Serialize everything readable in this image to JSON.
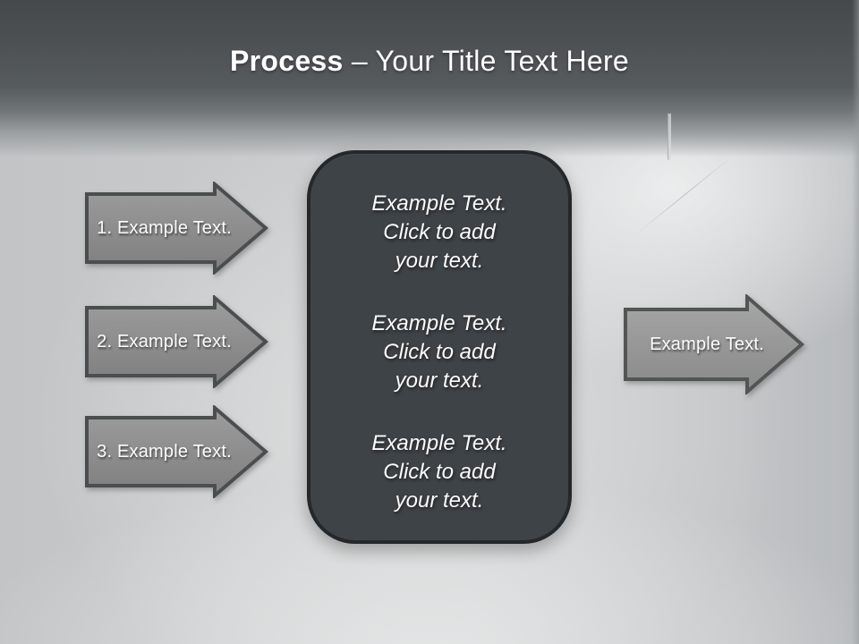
{
  "title": {
    "emphasis": "Process",
    "rest": " – Your Title Text Here"
  },
  "left_arrows": [
    {
      "label": "1. Example Text."
    },
    {
      "label": "2. Example Text."
    },
    {
      "label": "3. Example Text."
    }
  ],
  "center_panel": {
    "blocks": [
      "Example Text.\nClick  to add\nyour text.",
      "Example Text.\nClick  to add\nyour text.",
      "Example Text.\nClick  to add\nyour text."
    ]
  },
  "right_arrow": {
    "label": "Example Text."
  },
  "colors": {
    "header_dark": "#4a4f52",
    "background_light": "#c7c9ca",
    "panel_fill": "#3e4347",
    "panel_border": "#24282b",
    "arrow_fill": "#8e8e8e",
    "arrow_border": "#4b4e4f",
    "text": "#ffffff"
  }
}
